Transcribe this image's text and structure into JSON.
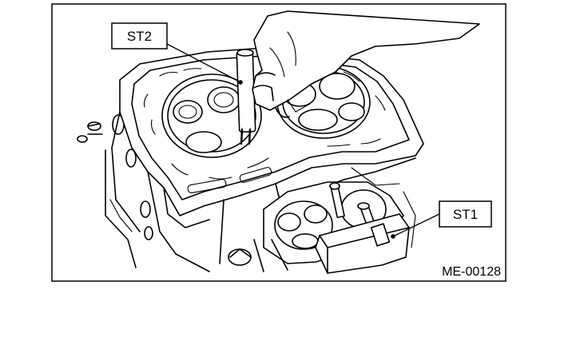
{
  "figure": {
    "figure_id": "ME-00128",
    "callouts": [
      {
        "id": "st2",
        "label": "ST2"
      },
      {
        "id": "st1",
        "label": "ST1"
      }
    ],
    "colors": {
      "line": "#000000",
      "background": "#ffffff"
    }
  }
}
